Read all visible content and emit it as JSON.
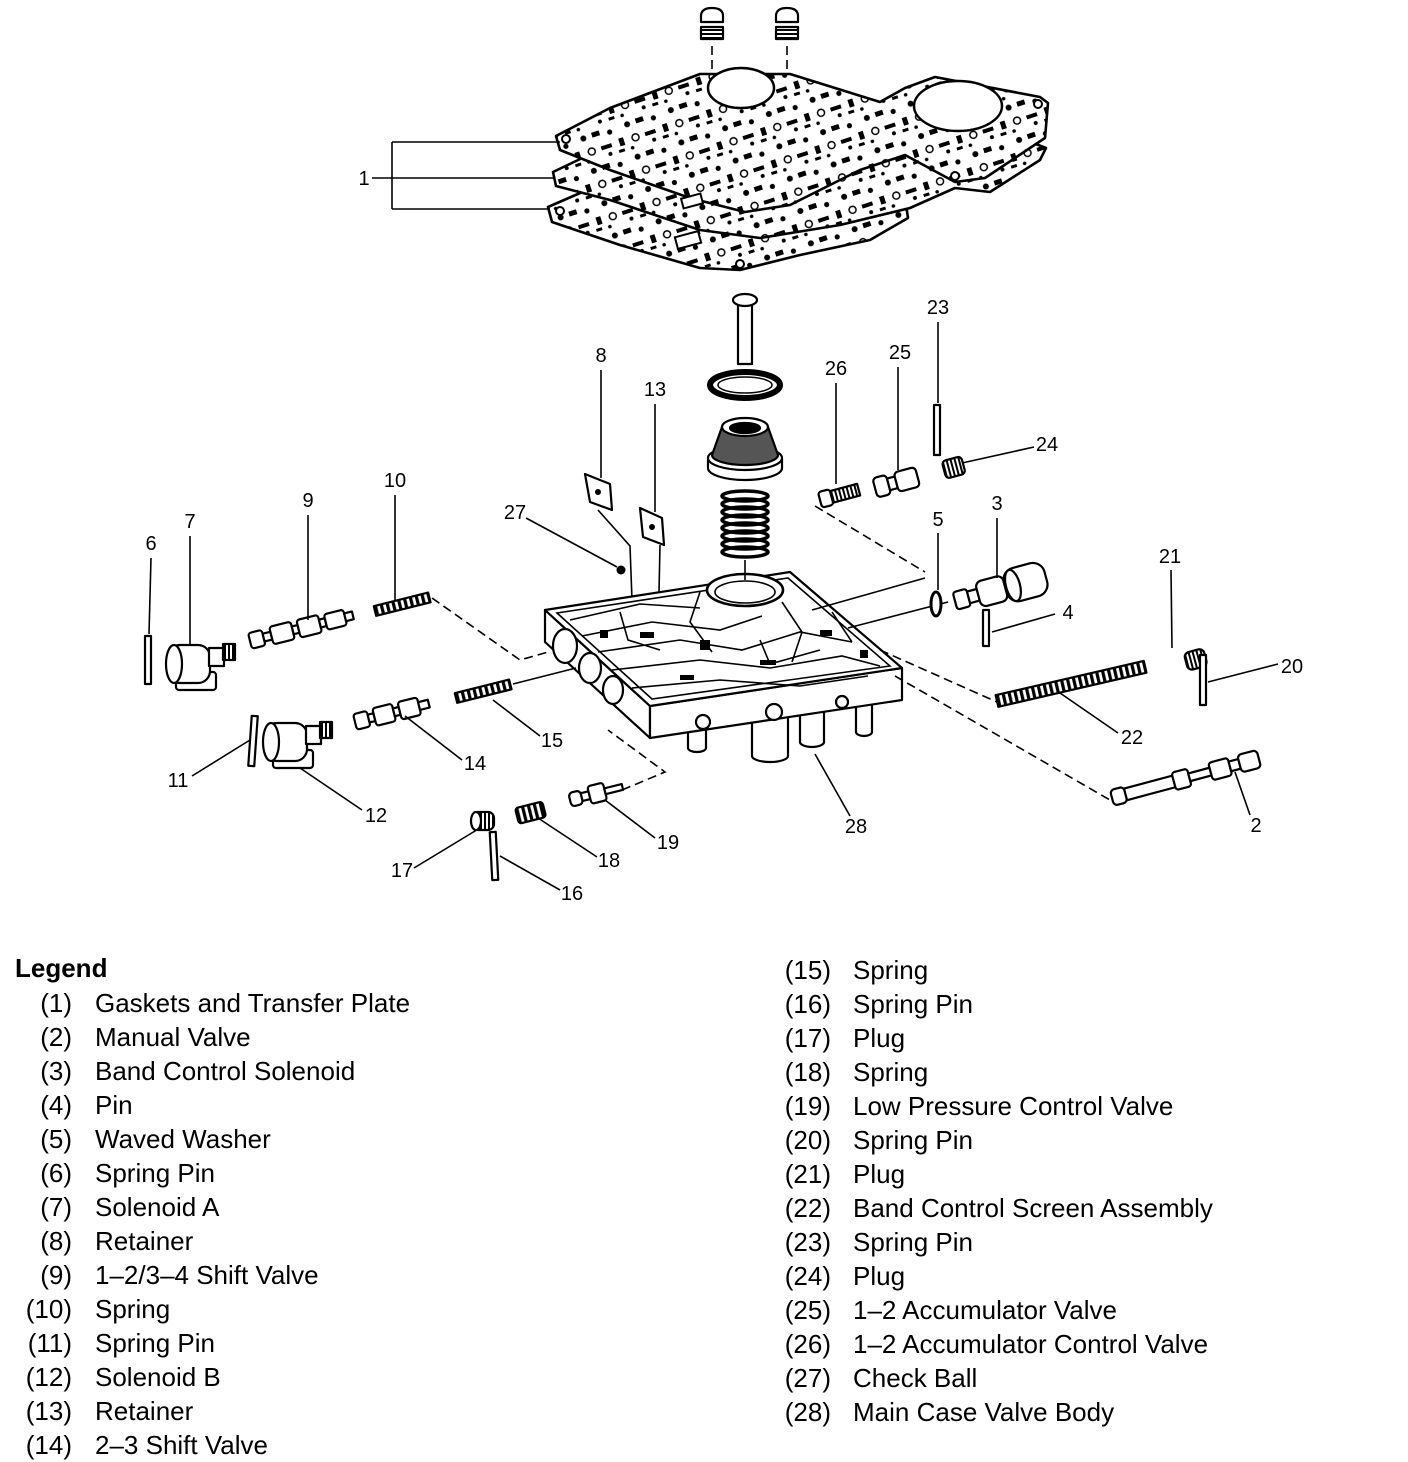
{
  "colors": {
    "ink": "#000000",
    "background": "#ffffff"
  },
  "diagram": {
    "callouts": [
      "1",
      "2",
      "3",
      "4",
      "5",
      "6",
      "7",
      "8",
      "9",
      "10",
      "11",
      "12",
      "13",
      "14",
      "15",
      "16",
      "17",
      "18",
      "19",
      "20",
      "21",
      "22",
      "23",
      "24",
      "25",
      "26",
      "27",
      "28"
    ]
  },
  "legend": {
    "title": "Legend",
    "items": [
      {
        "num": "(1)",
        "label": "Gaskets and Transfer Plate"
      },
      {
        "num": "(2)",
        "label": "Manual Valve"
      },
      {
        "num": "(3)",
        "label": "Band Control Solenoid"
      },
      {
        "num": "(4)",
        "label": "Pin"
      },
      {
        "num": "(5)",
        "label": "Waved Washer"
      },
      {
        "num": "(6)",
        "label": "Spring Pin"
      },
      {
        "num": "(7)",
        "label": "Solenoid A"
      },
      {
        "num": "(8)",
        "label": "Retainer"
      },
      {
        "num": "(9)",
        "label": "1–2/3–4 Shift Valve"
      },
      {
        "num": "(10)",
        "label": "Spring"
      },
      {
        "num": "(11)",
        "label": "Spring Pin"
      },
      {
        "num": "(12)",
        "label": "Solenoid B"
      },
      {
        "num": "(13)",
        "label": "Retainer"
      },
      {
        "num": "(14)",
        "label": "2–3 Shift Valve"
      },
      {
        "num": "(15)",
        "label": "Spring"
      },
      {
        "num": "(16)",
        "label": "Spring Pin"
      },
      {
        "num": "(17)",
        "label": "Plug"
      },
      {
        "num": "(18)",
        "label": "Spring"
      },
      {
        "num": "(19)",
        "label": "Low Pressure Control Valve"
      },
      {
        "num": "(20)",
        "label": "Spring Pin"
      },
      {
        "num": "(21)",
        "label": "Plug"
      },
      {
        "num": "(22)",
        "label": "Band Control Screen Assembly"
      },
      {
        "num": "(23)",
        "label": "Spring Pin"
      },
      {
        "num": "(24)",
        "label": "Plug"
      },
      {
        "num": "(25)",
        "label": "1–2 Accumulator Valve"
      },
      {
        "num": "(26)",
        "label": "1–2 Accumulator Control Valve"
      },
      {
        "num": "(27)",
        "label": "Check Ball"
      },
      {
        "num": "(28)",
        "label": "Main Case Valve Body"
      }
    ]
  }
}
